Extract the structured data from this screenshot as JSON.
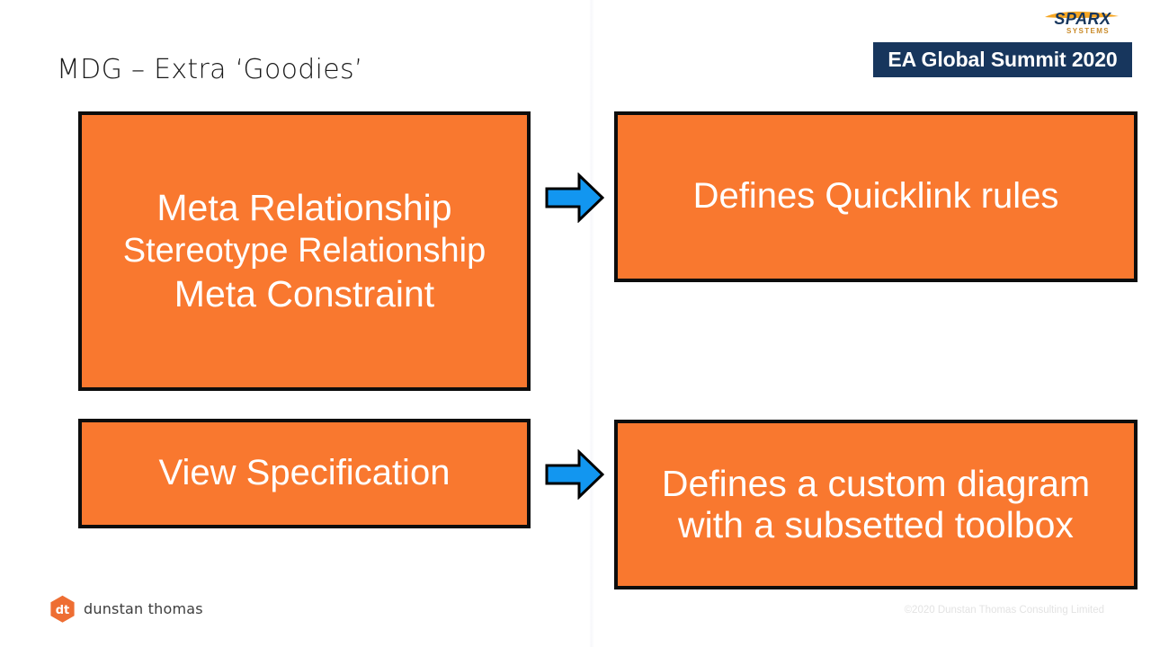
{
  "slide": {
    "title": "MDG – Extra ‘Goodies’"
  },
  "branding": {
    "sparx_name": "SPARX",
    "sparx_sub": "SYSTEMS",
    "summit_banner": "EA Global Summit 2020",
    "navy": "#17365D",
    "orange": "#F9782F",
    "arrow_blue": "#1296F0"
  },
  "boxes": {
    "meta": {
      "items": [
        "Meta Relationship",
        "Stereotype Relationship",
        "Meta Constraint"
      ]
    },
    "quicklink": {
      "text": "Defines Quicklink rules"
    },
    "view_spec": {
      "text": "View Specification"
    },
    "custom_diagram": {
      "text": "Defines a custom diagram with a subsetted toolbox"
    }
  },
  "arrows": {
    "top_label": "arrow-right",
    "bottom_label": "arrow-right"
  },
  "footer": {
    "logo_mark": "dt",
    "logo_word": "dunstan thomas",
    "copyright": "©2020 Dunstan Thomas Consulting Limited"
  }
}
